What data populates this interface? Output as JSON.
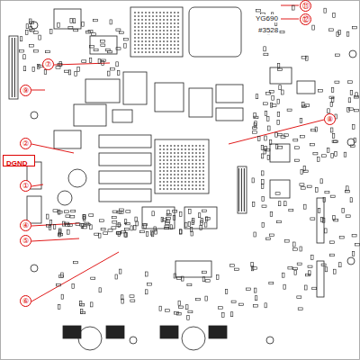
{
  "diagram": {
    "nodes": [
      {
        "text": [
          "DGND"
        ]
      }
    ],
    "labels": [
      "⑪",
      "⑫",
      "YG690",
      "#3528",
      "⑦",
      "⑨",
      "⑧",
      "②",
      "①",
      "④",
      "⑤",
      "⑥"
    ]
  }
}
